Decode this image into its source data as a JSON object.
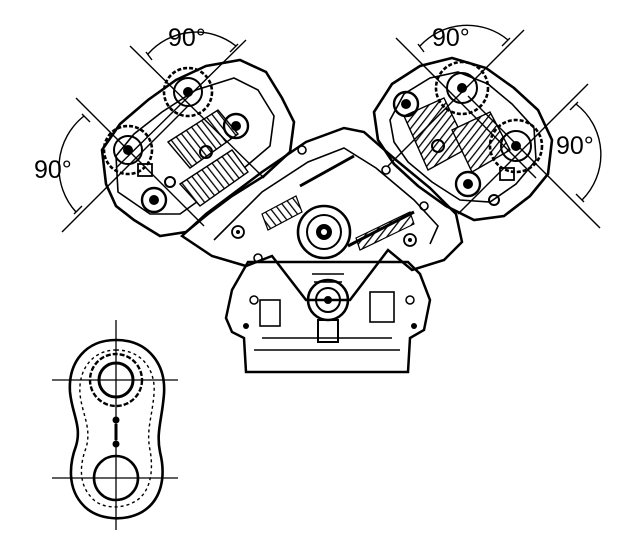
{
  "annotations": {
    "angle_top_left": "90°",
    "angle_left": "90°",
    "angle_top_right": "90°",
    "angle_right": "90°"
  },
  "colors": {
    "ink": "#000000",
    "paper": "#ffffff"
  }
}
